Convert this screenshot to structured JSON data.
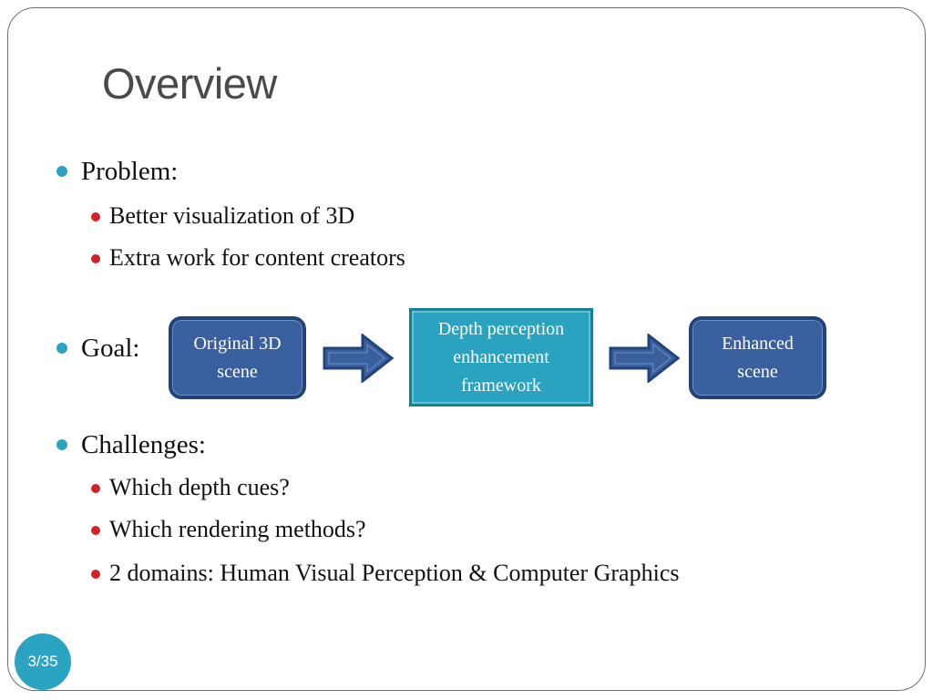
{
  "slide": {
    "title": "Overview",
    "problem": {
      "label": "Problem:",
      "items": [
        "Better visualization of 3D",
        "Extra work for content creators"
      ]
    },
    "goal": {
      "label": "Goal:",
      "flow": [
        {
          "lines": [
            "Original 3D",
            "scene"
          ]
        },
        {
          "lines": [
            "Depth perception",
            "enhancement",
            "framework"
          ]
        },
        {
          "lines": [
            "Enhanced",
            "scene"
          ]
        }
      ]
    },
    "challenges": {
      "label": "Challenges:",
      "items": [
        "Which depth cues?",
        "Which rendering methods?",
        "2 domains: Human Visual Perception & Computer Graphics"
      ]
    },
    "page_number": "3/35"
  },
  "colors": {
    "accent_teal": "#2ba4c4",
    "bullet_red": "#d0222a",
    "box_blue": "#3a5f9f",
    "box_teal": "#2aa3c0"
  },
  "icons": {
    "bullet_level1": "teal-dot",
    "bullet_level2": "red-dot",
    "flow_arrow": "block-arrow-right"
  }
}
